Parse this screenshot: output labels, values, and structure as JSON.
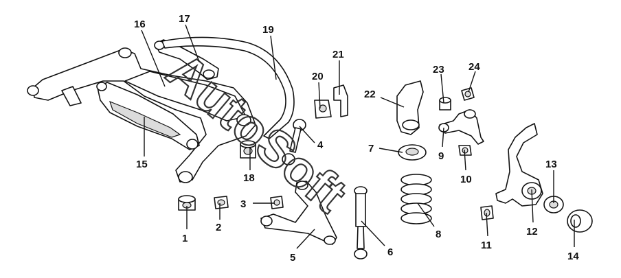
{
  "watermark": {
    "text": "AutoSoft"
  },
  "callouts": [
    "1",
    "2",
    "3",
    "4",
    "5",
    "6",
    "7",
    "8",
    "9",
    "10",
    "11",
    "12",
    "13",
    "14",
    "15",
    "16",
    "17",
    "18",
    "19",
    "20",
    "21",
    "22",
    "23",
    "24"
  ]
}
